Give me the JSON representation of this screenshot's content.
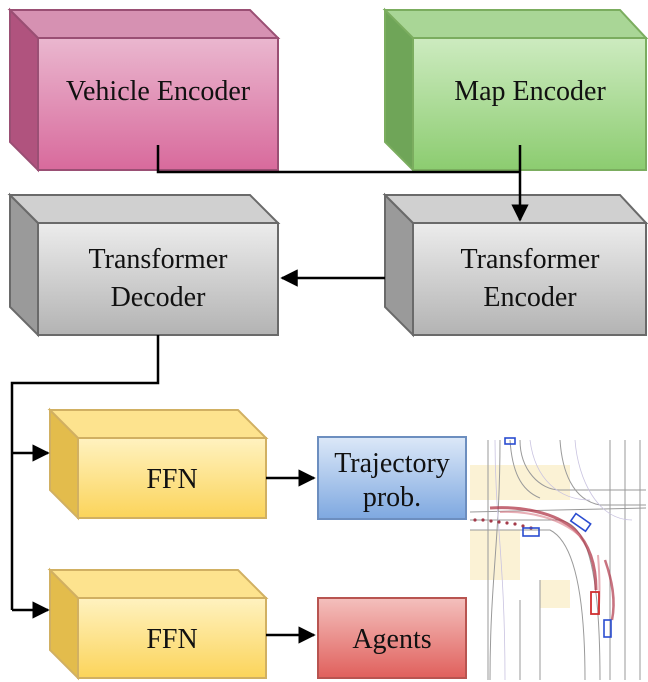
{
  "blocks": {
    "vehicle_encoder": "Vehicle Encoder",
    "map_encoder": "Map Encoder",
    "transformer_decoder": [
      "Transformer",
      "Decoder"
    ],
    "transformer_encoder": [
      "Transformer",
      "Encoder"
    ],
    "ffn_top": "FFN",
    "ffn_bottom": "FFN"
  },
  "outputs": {
    "trajectory_prob": [
      "Trajectory",
      "prob."
    ],
    "agents": "Agents"
  },
  "colors": {
    "vehicle_front": "#e58cb4",
    "map_front": "#9fd68a",
    "transformer_front": "#c8c8c8",
    "ffn_front": "#fde58a",
    "trajectory_fill": "#8fb4e6",
    "agents_fill": "#e8706c",
    "arrow": "#000000"
  },
  "icons": {
    "scene_thumbnail": "driving-scene-map-icon"
  }
}
